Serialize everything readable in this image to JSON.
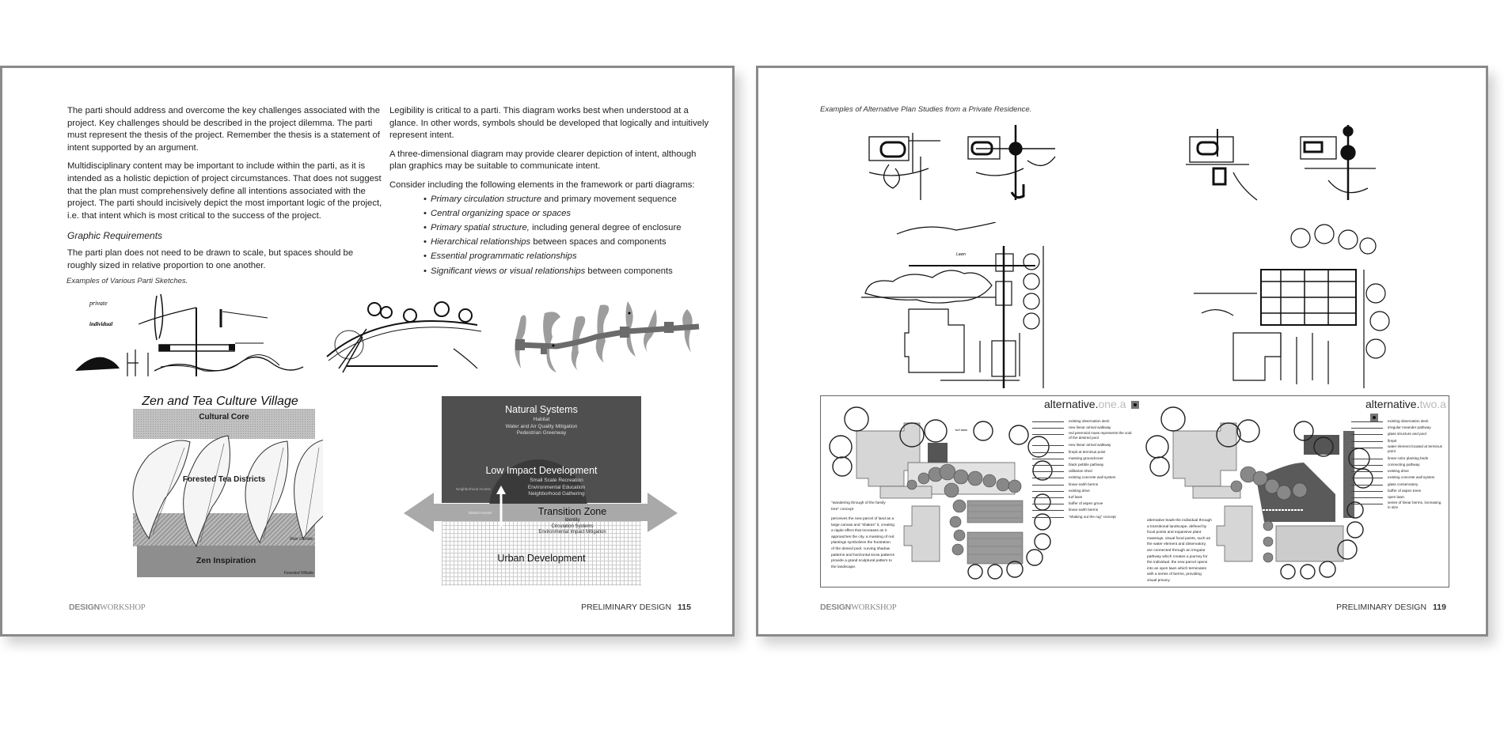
{
  "left_page": {
    "col1": {
      "para1": "The parti should address and overcome the key challenges associated with the project. Key challenges should be described in the project dilemma. The parti must represent the thesis of the project. Remember the thesis is a statement of intent supported by an argument.",
      "para2": "Multidisciplinary content may be important to include within the parti, as it is intended as a holistic depiction of project circumstances. That does not suggest that the plan must comprehensively define all intentions associated with the project. The parti should incisively depict the most important logic of the project, i.e. that intent which is most critical to the success of the project.",
      "subheading": "Graphic Requirements",
      "para3": "The parti plan does not need to be drawn to scale, but spaces should be roughly sized in relative proportion to one another."
    },
    "col2": {
      "para1": "Legibility is critical to a parti. This diagram works best when understood at a glance. In other words, symbols should be developed that logically and intuitively represent intent.",
      "para2": "A three-dimensional diagram may provide clearer depiction of intent, although plan graphics may be suitable to communicate intent.",
      "para3": "Consider including the following elements in the framework or parti diagrams:",
      "bullets": [
        {
          "em": "Primary circulation structure",
          "rest": " and primary movement sequence"
        },
        {
          "em": "Central organizing space or spaces",
          "rest": ""
        },
        {
          "em": "Primary spatial structure,",
          "rest": " including general degree of enclosure"
        },
        {
          "em": "Hierarchical relationships",
          "rest": " between spaces and components"
        },
        {
          "em": "Essential programmatic relationships",
          "rest": ""
        },
        {
          "em": "Significant views or visual relationships",
          "rest": " between components"
        }
      ]
    },
    "sketch_caption": "Examples of Various Parti Sketches.",
    "sketch1_labels": {
      "a": "private",
      "b": "individual"
    },
    "zen_diagram": {
      "title": "Zen and Tea Culture Village",
      "top": "Cultural Core",
      "middle": "Forested Tea Districts",
      "bottom": "Zen Inspiration",
      "corridor": "Rain Corridor",
      "hillside": "Forested Hillside"
    },
    "zone_diagram": {
      "natural_title": "Natural Systems",
      "natural_items": [
        "Habitat",
        "Water and Air Quality Mitigation",
        "Pedestrian Greenway"
      ],
      "lid_title": "Low Impact Development",
      "lid_items": [
        "Small Scale Recreation",
        "Environmental Education",
        "Neighborhood Gathering"
      ],
      "neighborhood_access": "Neighborhood Access",
      "district_access": "District Access",
      "transition_title": "Transition Zone",
      "transition_items": [
        "Identity",
        "Circulation Systems",
        "Environmental Impact Mitigation"
      ],
      "urban_title": "Urban Development"
    },
    "footer": {
      "brand_bold": "DESIGN",
      "brand_light": "WORKSHOP",
      "section": "PRELIMINARY DESIGN",
      "page": "115"
    }
  },
  "right_page": {
    "caption": "Examples of Alternative Plan Studies from a Private Residence.",
    "sketch_label": "Lawn",
    "alt_one": {
      "title_main": "alternative.",
      "title_sub": "one.a",
      "lawn_label": "turf lawn",
      "legend": [
        "existing observation deck",
        "new linear arrival walkway",
        "red perennial mass represents the void of the desired pool",
        "new linear arrival walkway",
        "firepit at terminus point",
        "massing groundcover",
        "black pebble pathway",
        "utilitarian shed",
        "existing concrete wall system",
        "linear earth berms",
        "existing drive",
        "turf lawn",
        "buffer of aspen grove",
        "linear earth berms",
        "\"shaking out the rug\" concept"
      ],
      "note_concept": "\"wandering through of the family tree\" concept",
      "note_body": "perceives the new parcel of land as a large canvas and \"shakes\" it, creating a ripple effect that increases as it approaches the city. a massing of red plantings symbolizes the frustration of the denied pool. curving shadow patterns and horizontal snow patterns provide a grand sculptural pattern to the landscape."
    },
    "alt_two": {
      "title_main": "alternative.",
      "title_sub": "two.a",
      "legend": [
        "existing observation deck",
        "irregular meander pathway",
        "glass structure and pool",
        "firepit",
        "water element located at terminus point",
        "linear color planting beds",
        "connecting pathway",
        "existing drive",
        "existing concrete wall system",
        "glass conservatory",
        "buffer of aspen trees",
        "open lawn",
        "series of linear berms, increasing in size"
      ],
      "note_body": "alternative leads the individual through a transitional landscape, defined by focal points and expansive plant massings. visual focal points, such as the water element and observatory, are connected through an irregular pathway which creates a journey for the individual. the new parcel opens into an open lawn which terminates with a series of berms, providing visual privacy."
    },
    "footer": {
      "brand_bold": "DESIGN",
      "brand_light": "WORKSHOP",
      "section": "PRELIMINARY DESIGN",
      "page": "119"
    }
  },
  "colors": {
    "page_border": "#8a8a8a",
    "zone_dark": "#4f4f4f",
    "arrow_gray": "#a9a9a9",
    "leaf_fill": "#f4f4f4",
    "cultural_core": "#bdbdbd",
    "zen_band": "#8e8e8e"
  }
}
